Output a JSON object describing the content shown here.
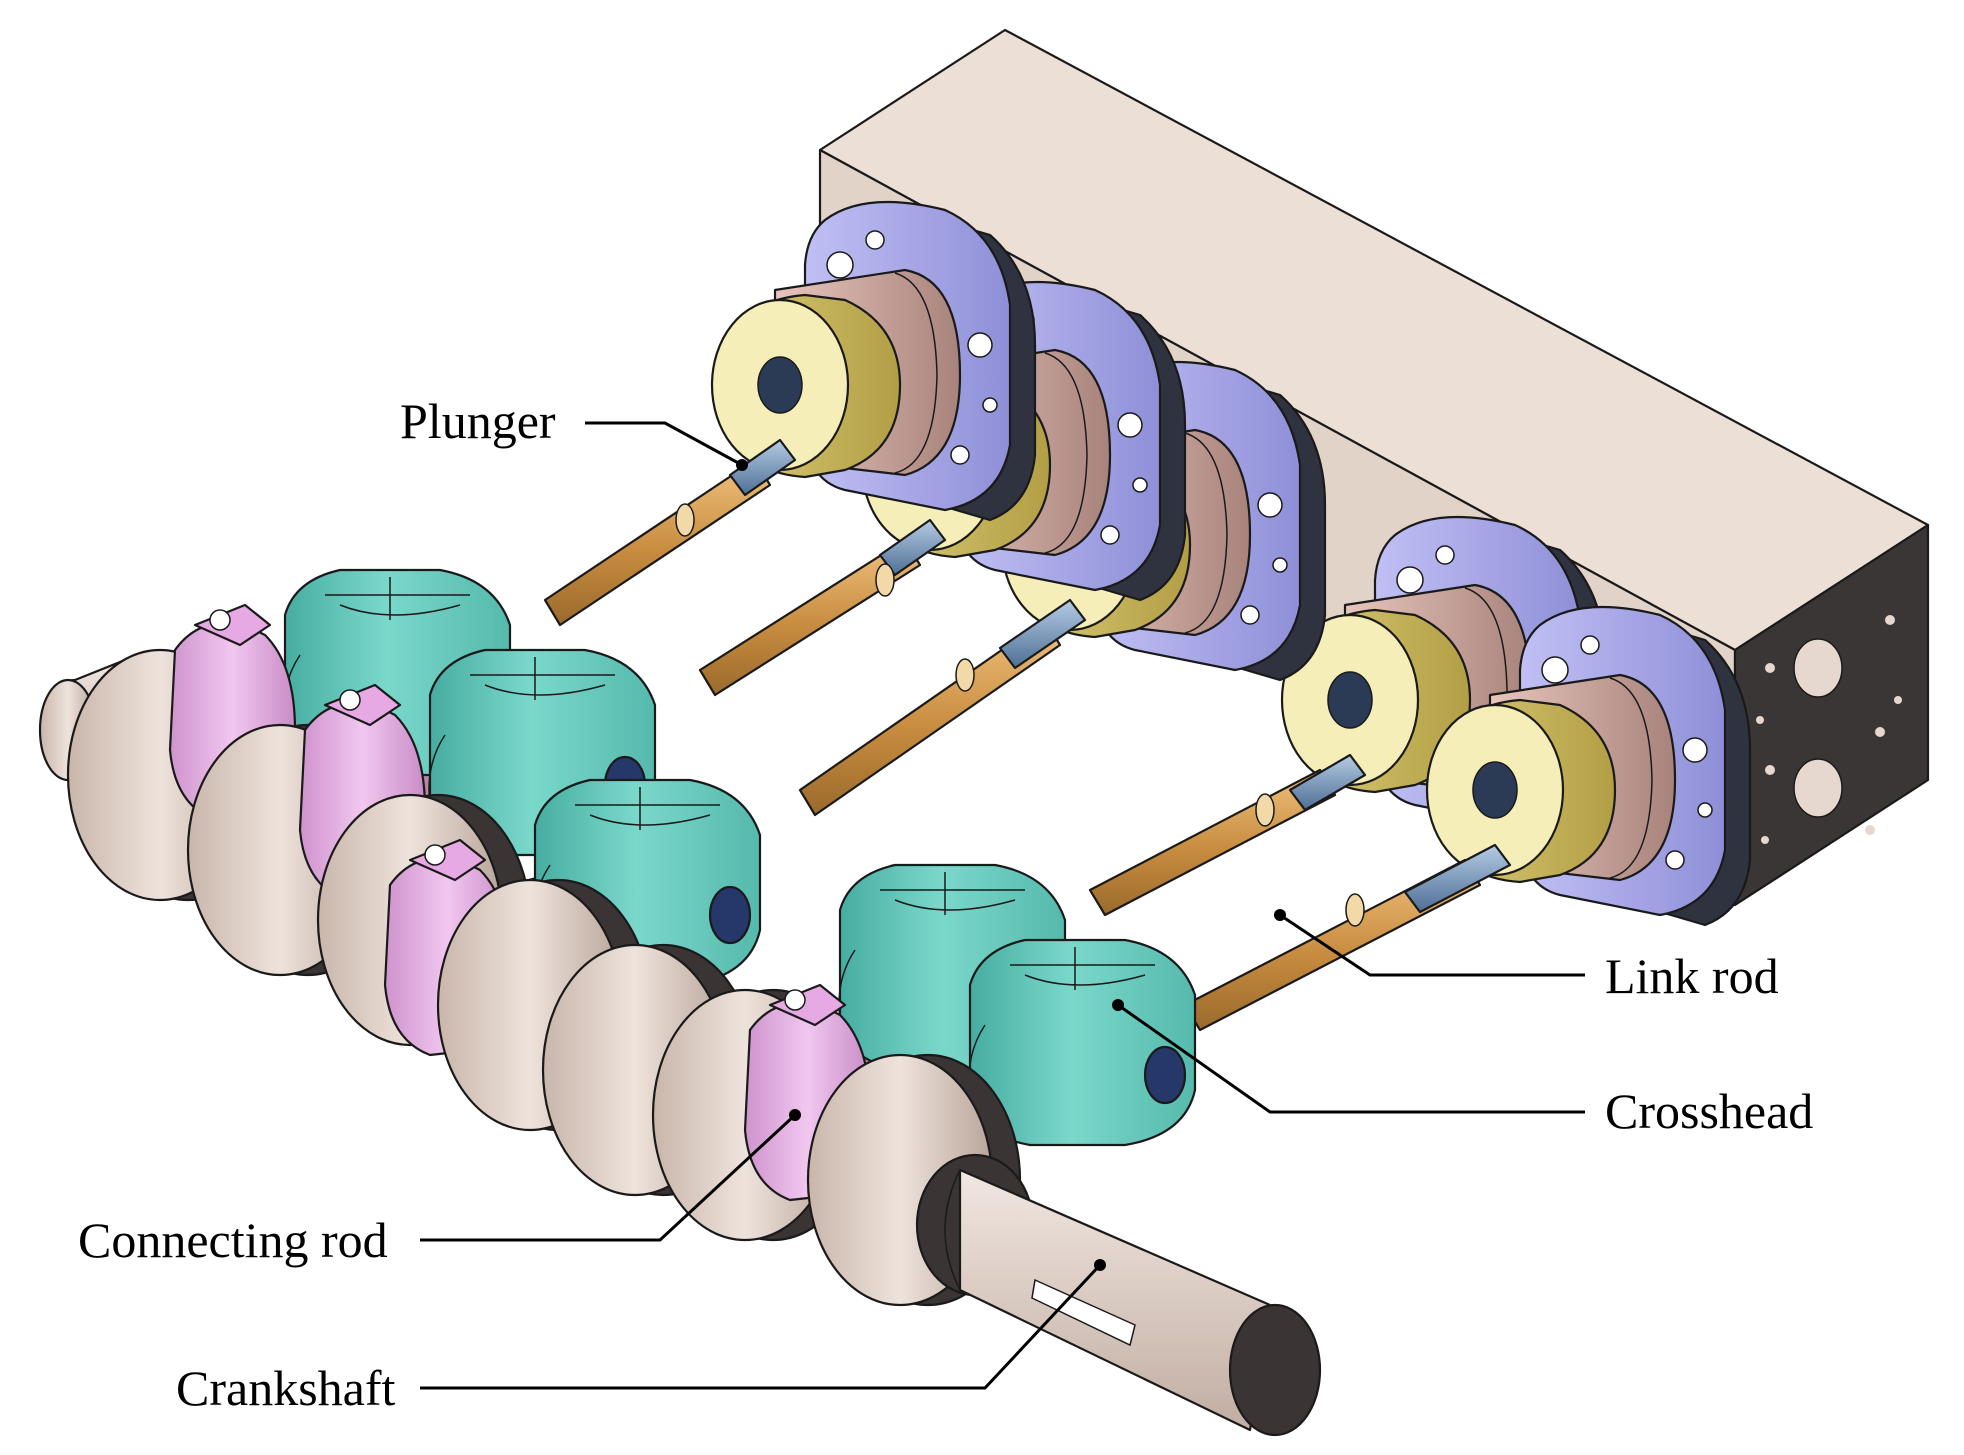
{
  "labels": {
    "plunger": "Plunger",
    "link_rod": "Link rod",
    "crosshead": "Crosshead",
    "connecting_rod": "Connecting rod",
    "crankshaft": "Crankshaft"
  },
  "colors": {
    "manifold": "#e2d3c8",
    "manifold_end": "#3b3636",
    "flange": "#a8a8ec",
    "cylinder": "#d7afa6",
    "gland": "#e9e09a",
    "plunger": "#7d9cc1",
    "link_rod": "#d9a35e",
    "crosshead": "#6fd0c3",
    "connecting_rod": "#e8b6e6",
    "rod_web": "#b9879f",
    "crank": "#ddcdc3",
    "crank_dark": "#3a3434"
  }
}
